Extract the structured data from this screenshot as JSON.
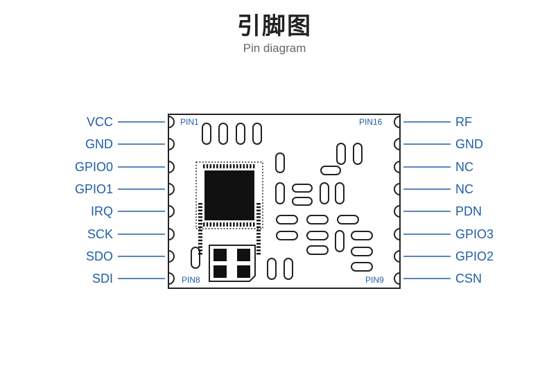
{
  "title": "引脚图",
  "subtitle": "Pin diagram",
  "colors": {
    "label": "#1f5ea6",
    "outline": "#222222",
    "title": "#222222",
    "subtitle": "#666666"
  },
  "module": {
    "pin1_label": "PIN1",
    "pin8_label": "PIN8",
    "pin9_label": "PIN9",
    "pin16_label": "PIN16"
  },
  "left_pins": [
    "VCC",
    "GND",
    "GPIO0",
    "GPIO1",
    "IRQ",
    "SCK",
    "SDO",
    "SDI"
  ],
  "right_pins": [
    "RF",
    "GND",
    "NC",
    "NC",
    "PDN",
    "GPIO3",
    "GPIO2",
    "CSN"
  ]
}
